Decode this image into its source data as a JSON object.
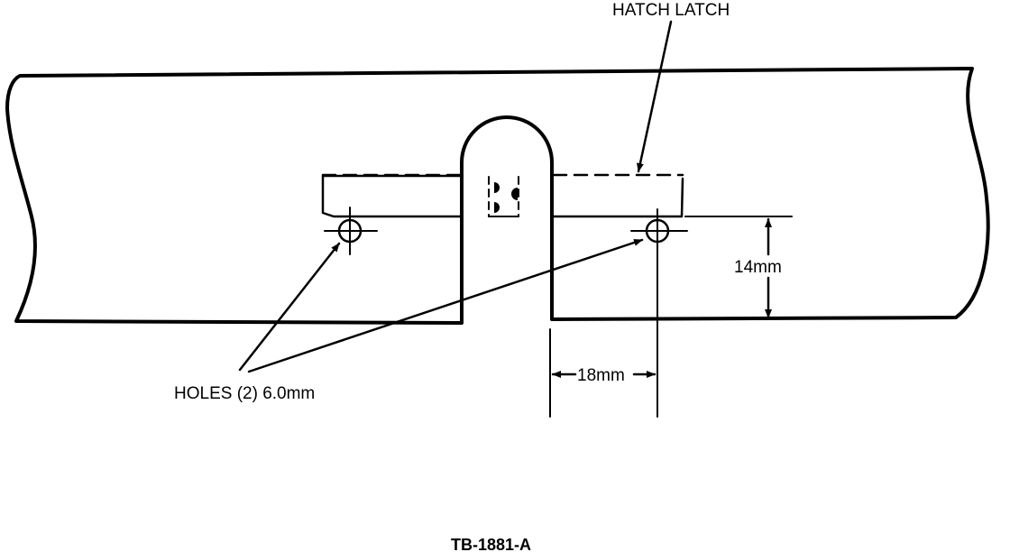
{
  "labels": {
    "hatch_latch": "HATCH LATCH",
    "dimension_height": "14mm",
    "dimension_width": "18mm",
    "holes": "HOLES (2) 6.0mm",
    "figure_id": "TB-1881-A"
  },
  "colors": {
    "ink": "#000000",
    "paper": "#ffffff"
  }
}
